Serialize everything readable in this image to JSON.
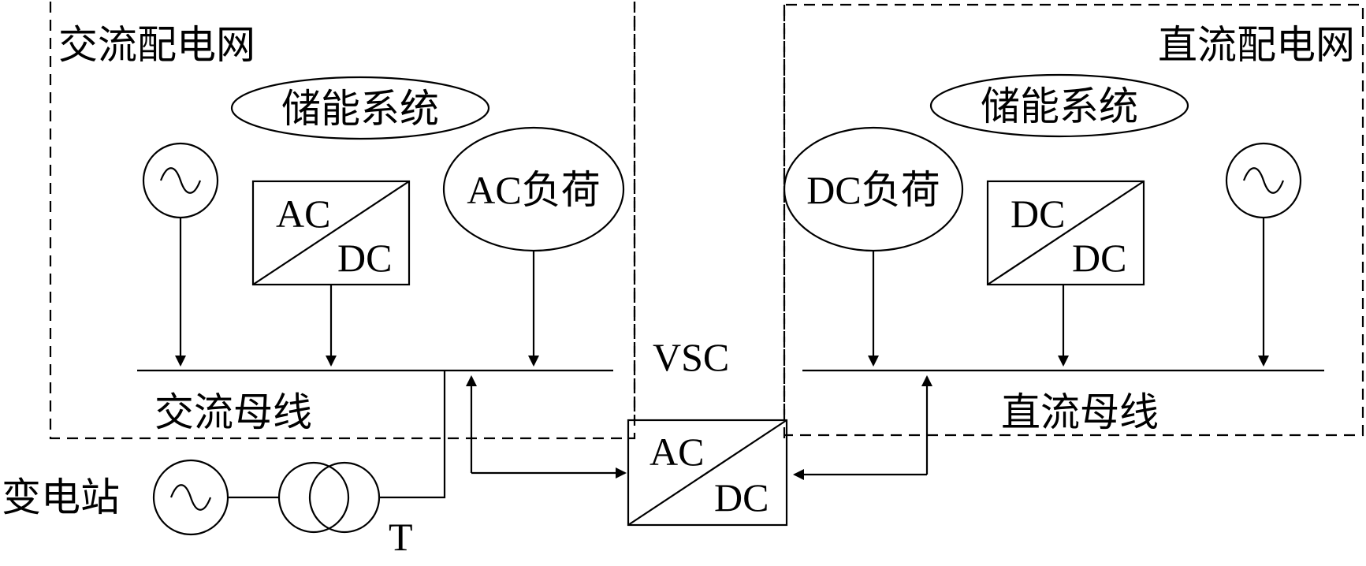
{
  "ac_grid": {
    "title": "交流配电网",
    "storage": "储能系统",
    "converter": {
      "top": "AC",
      "bottom": "DC"
    },
    "load": "AC负荷",
    "bus": "交流母线"
  },
  "dc_grid": {
    "title": "直流配电网",
    "storage": "储能系统",
    "converter": {
      "top": "DC",
      "bottom": "DC"
    },
    "load": "DC负荷",
    "bus": "直流母线"
  },
  "vsc": {
    "label": "VSC",
    "converter": {
      "top": "AC",
      "bottom": "DC"
    }
  },
  "substation": {
    "label": "变电站",
    "transformer": "T"
  },
  "icons": {
    "ac_source": "ac-source-icon",
    "transformer": "transformer-icon"
  }
}
